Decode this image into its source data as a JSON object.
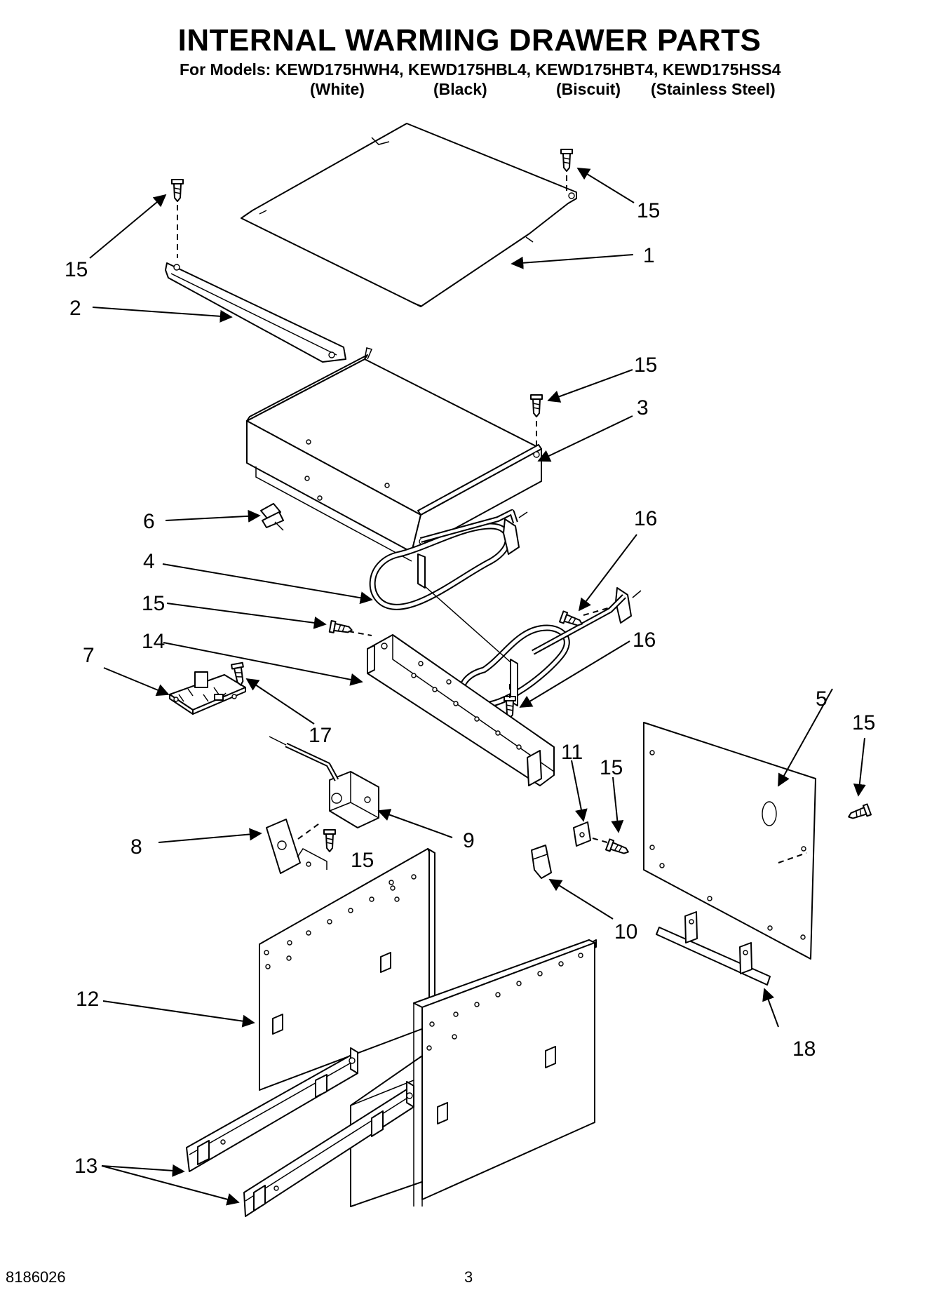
{
  "header": {
    "title": "INTERNAL WARMING DRAWER PARTS",
    "models_line": "For Models: KEWD175HWH4, KEWD175HBL4, KEWD175HBT4, KEWD175HSS4",
    "colors": [
      "(White)",
      "(Black)",
      "(Biscuit)",
      "(Stainless Steel)"
    ]
  },
  "callouts": {
    "c1": "1",
    "c2": "2",
    "c3": "3",
    "c4": "4",
    "c5": "5",
    "c6": "6",
    "c7": "7",
    "c8": "8",
    "c9": "9",
    "c10": "10",
    "c11": "11",
    "c12": "12",
    "c13": "13",
    "c14": "14",
    "c15": "15",
    "c16": "16",
    "c17": "17",
    "c18": "18"
  },
  "footer": {
    "doc_number": "8186026",
    "page_number": "3"
  }
}
